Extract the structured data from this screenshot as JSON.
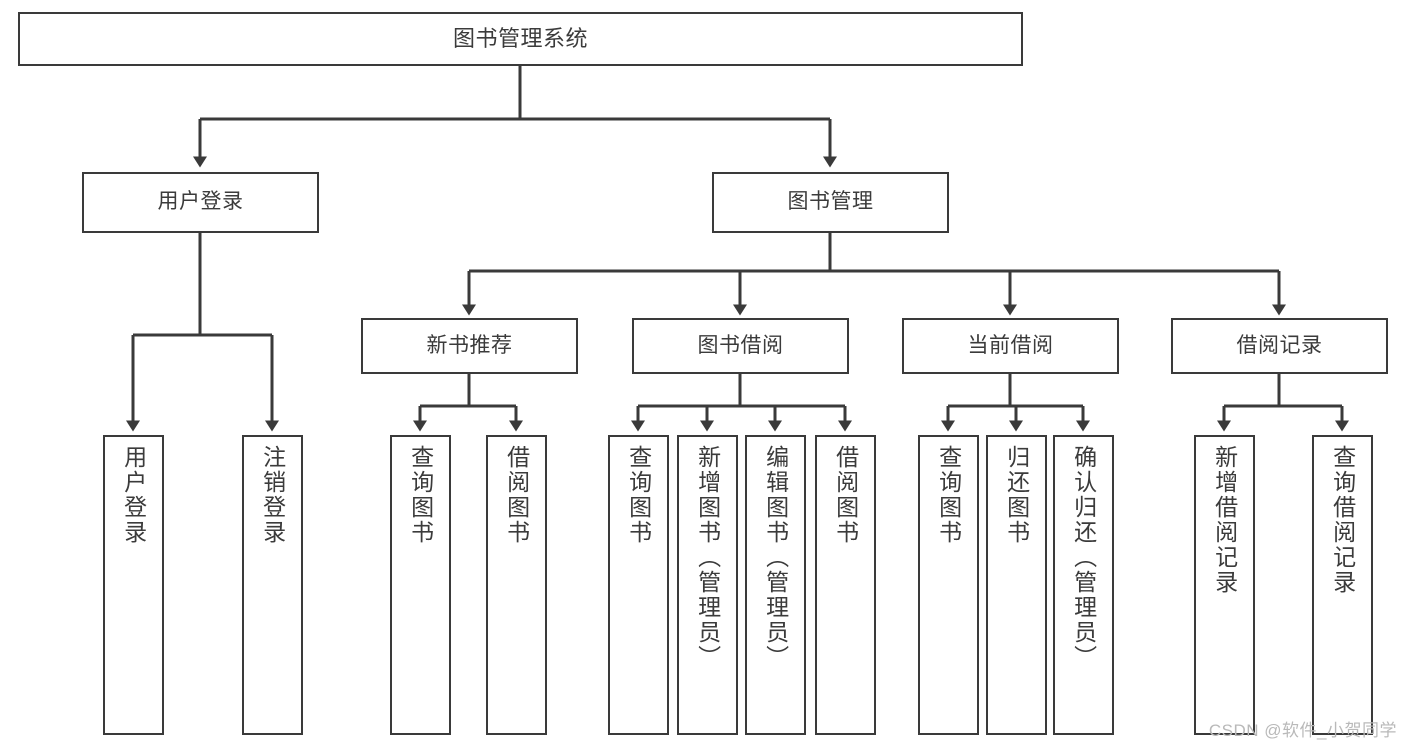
{
  "diagram": {
    "title": "图书管理系统",
    "type": "tree-hierarchy",
    "watermark": "CSDN @软件_小贺同学",
    "colors": {
      "box_border": "#3a3a3a",
      "box_fill": "#ffffff",
      "text": "#3b3b3b",
      "connector": "#3a3a3a",
      "watermark": "#b9b9b9",
      "background": "#ffffff"
    },
    "levels": {
      "root": {
        "label": "图书管理系统"
      },
      "level1": [
        {
          "id": "user-login",
          "label": "用户登录"
        },
        {
          "id": "book-manage",
          "label": "图书管理"
        }
      ],
      "level2": [
        {
          "id": "new-book-recommend",
          "label": "新书推荐"
        },
        {
          "id": "book-borrow",
          "label": "图书借阅"
        },
        {
          "id": "current-borrow",
          "label": "当前借阅"
        },
        {
          "id": "borrow-record",
          "label": "借阅记录"
        }
      ],
      "leaves": {
        "user-login": [
          {
            "id": "leaf-user-login",
            "label": "用户登录"
          },
          {
            "id": "leaf-logout",
            "label": "注销登录"
          }
        ],
        "new-book-recommend": [
          {
            "id": "leaf-query-book-1",
            "label": "查询图书"
          },
          {
            "id": "leaf-borrow-book-1",
            "label": "借阅图书"
          }
        ],
        "book-borrow": [
          {
            "id": "leaf-query-book-2",
            "label": "查询图书"
          },
          {
            "id": "leaf-add-book",
            "label": "新增图书（管理员）"
          },
          {
            "id": "leaf-edit-book",
            "label": "编辑图书（管理员）"
          },
          {
            "id": "leaf-borrow-book-2",
            "label": "借阅图书"
          }
        ],
        "current-borrow": [
          {
            "id": "leaf-query-book-3",
            "label": "查询图书"
          },
          {
            "id": "leaf-return-book",
            "label": "归还图书"
          },
          {
            "id": "leaf-confirm-return",
            "label": "确认归还（管理员）"
          }
        ],
        "borrow-record": [
          {
            "id": "leaf-add-record",
            "label": "新增借阅记录"
          },
          {
            "id": "leaf-query-record",
            "label": "查询借阅记录"
          }
        ]
      }
    }
  }
}
